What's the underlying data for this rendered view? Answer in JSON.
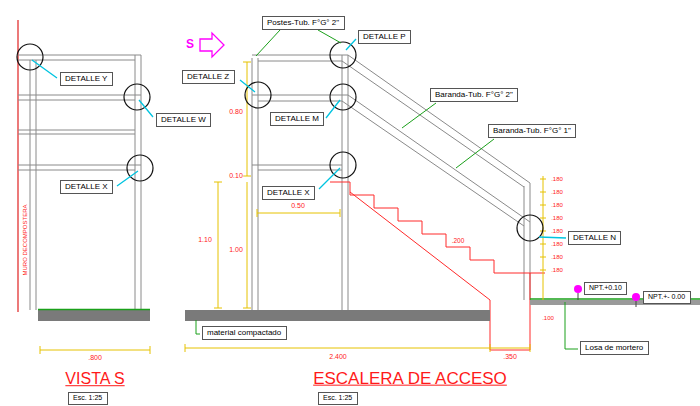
{
  "diagram": {
    "nodes": [
      {
        "text": [
          "DETALLE Y"
        ]
      },
      {
        "text": [
          "Postes-Tub. F°G° 2\""
        ]
      },
      {
        "text": [
          "DETALLE P"
        ]
      },
      {
        "text": [
          "DETALLE Z"
        ]
      },
      {
        "text": [
          "DETALLE W"
        ]
      },
      {
        "text": [
          "DETALLE M"
        ]
      },
      {
        "text": [
          "Baranda-Tub. F°G° 2\""
        ]
      },
      {
        "text": [
          "Baranda-Tub. F°G° 1\""
        ]
      },
      {
        "text": [
          "DETALLE X"
        ]
      },
      {
        "text": [
          "DETALLE X"
        ]
      },
      {
        "text": [
          "DETALLE N"
        ]
      },
      {
        "text": [
          "NPT.+0.10"
        ]
      },
      {
        "text": [
          "NPT.+- 0.00"
        ]
      },
      {
        "text": [
          "material compactado"
        ]
      },
      {
        "text": [
          "Losa de mortero"
        ]
      },
      {
        "text": [
          "Esc. 1:25"
        ]
      },
      {
        "text": [
          "Esc. 1:25"
        ]
      }
    ],
    "labels": [
      "MURO DECOMPOSTERA",
      "S",
      "0.80",
      "0.10",
      "0.50",
      "1.10",
      "1.00",
      ".200",
      ".180",
      ".180",
      ".180",
      ".180",
      ".180",
      ".180",
      ".180",
      ".180",
      ".100",
      ".800",
      "2.400",
      ".350",
      "VISTA S",
      "ESCALERA DE ACCESO"
    ]
  }
}
